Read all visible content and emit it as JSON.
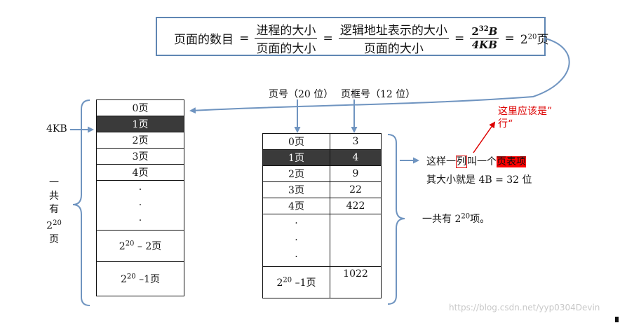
{
  "formula": {
    "lhs": "页面的数目",
    "eq": "=",
    "f1_num": "进程的大小",
    "f1_den": "页面的大小",
    "f2_num": "逻辑地址表示的大小",
    "f2_den": "页面的大小",
    "f3_num_base": "2",
    "f3_num_exp": "32",
    "f3_num_unit": "B",
    "f3_den": "4KB",
    "result_base": "2",
    "result_exp": "20",
    "result_unit": "页"
  },
  "left_table": {
    "rows": [
      "0页",
      "1页",
      "2页",
      "3页",
      "4页"
    ],
    "highlight_index": 1,
    "dots": "·",
    "row_n2_base": "2",
    "row_n2_exp": "20",
    "row_n2_rest": "– 2页",
    "row_n1_base": "2",
    "row_n1_exp": "20",
    "row_n1_rest": "–1页"
  },
  "left_labels": {
    "size": "4KB",
    "total_1": "一",
    "total_2": "共",
    "total_3": "有",
    "total_base": "2",
    "total_exp": "20",
    "total_4": "页"
  },
  "column_headers": {
    "page_no": "页号（20 位）",
    "frame_no": "页框号（12 位）"
  },
  "page_table": {
    "rows": [
      {
        "page": "0页",
        "frame": "3"
      },
      {
        "page": "1页",
        "frame": "4"
      },
      {
        "page": "2页",
        "frame": "9"
      },
      {
        "page": "3页",
        "frame": "22"
      },
      {
        "page": "4页",
        "frame": "422"
      }
    ],
    "highlight_index": 1,
    "dots": "·",
    "last_page_base": "2",
    "last_page_exp": "20",
    "last_page_rest": "–1页",
    "last_frame": "1022"
  },
  "notes": {
    "line1_a": "这样一",
    "line1_box": "列",
    "line1_b": "叫一个",
    "line1_hl": "页表项",
    "line2": "其大小就是 4B = 32 位",
    "total_a": "一共有 2",
    "total_exp": "20",
    "total_b": "项。",
    "correction_1": "这里应该是”",
    "correction_2": "行“"
  },
  "watermark": "https://blog.csdn.net/yyp0304Devin",
  "colors": {
    "arrow": "#6f94c0",
    "frame": "#5f86b3",
    "highlight_row": "#3a3a3a",
    "red": "#ff0000"
  }
}
